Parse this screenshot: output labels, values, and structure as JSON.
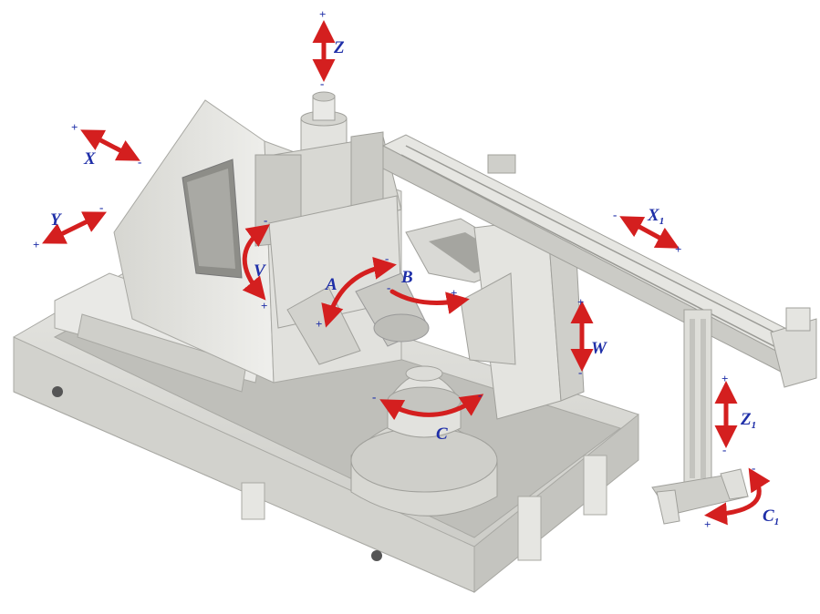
{
  "colors": {
    "machine": "#dcdcd8",
    "machine_dark": "#b9b9b4",
    "machine_light": "#ececea",
    "arrow": "#d41f1f",
    "label": "#1f2fa8"
  },
  "axes": {
    "z": {
      "label": "Z",
      "sub": ""
    },
    "x": {
      "label": "X",
      "sub": ""
    },
    "y": {
      "label": "Y",
      "sub": ""
    },
    "v": {
      "label": "V",
      "sub": ""
    },
    "a": {
      "label": "A",
      "sub": ""
    },
    "b": {
      "label": "B",
      "sub": ""
    },
    "w": {
      "label": "W",
      "sub": ""
    },
    "c": {
      "label": "C",
      "sub": ""
    },
    "x1": {
      "label": "X",
      "sub": "1"
    },
    "z1": {
      "label": "Z",
      "sub": "1"
    },
    "c1": {
      "label": "C",
      "sub": "1"
    }
  },
  "signs": {
    "plus": "+",
    "minus": "-"
  }
}
